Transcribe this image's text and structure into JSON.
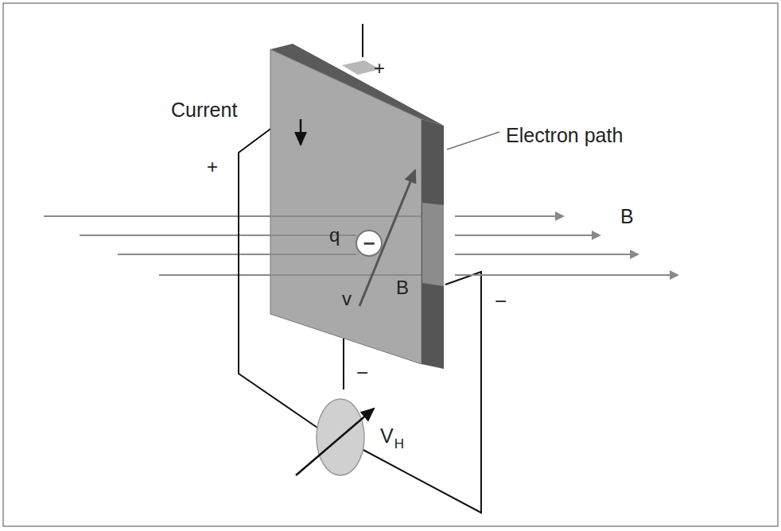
{
  "diagram": {
    "nodes": [
      {
        "text": [
          "−"
        ]
      }
    ],
    "labels": [
      "Current",
      "+",
      "+",
      "Electron path",
      "q",
      "B",
      "v",
      "B",
      "−",
      "−",
      "V",
      "H"
    ]
  }
}
